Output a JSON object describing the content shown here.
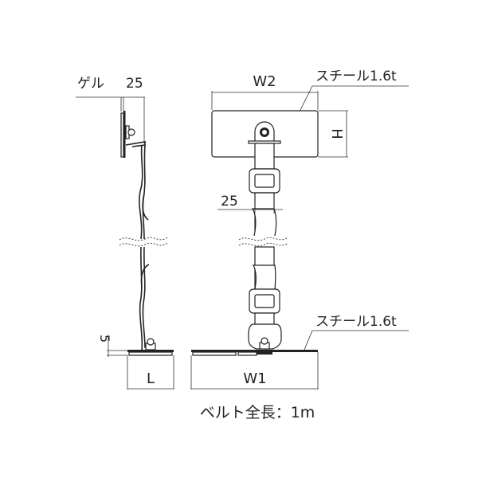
{
  "side_view": {
    "gel_label": "ゲル",
    "gel_dim": "25",
    "base_height_dim": "5",
    "base_length_label": "L"
  },
  "front_view": {
    "top_width_label": "W2",
    "top_height_label": "H",
    "top_material": "スチール1.6t",
    "belt_width_dim": "25",
    "base_width_label": "W1",
    "base_material": "スチール1.6t"
  },
  "caption": "ベルト全長：1m"
}
